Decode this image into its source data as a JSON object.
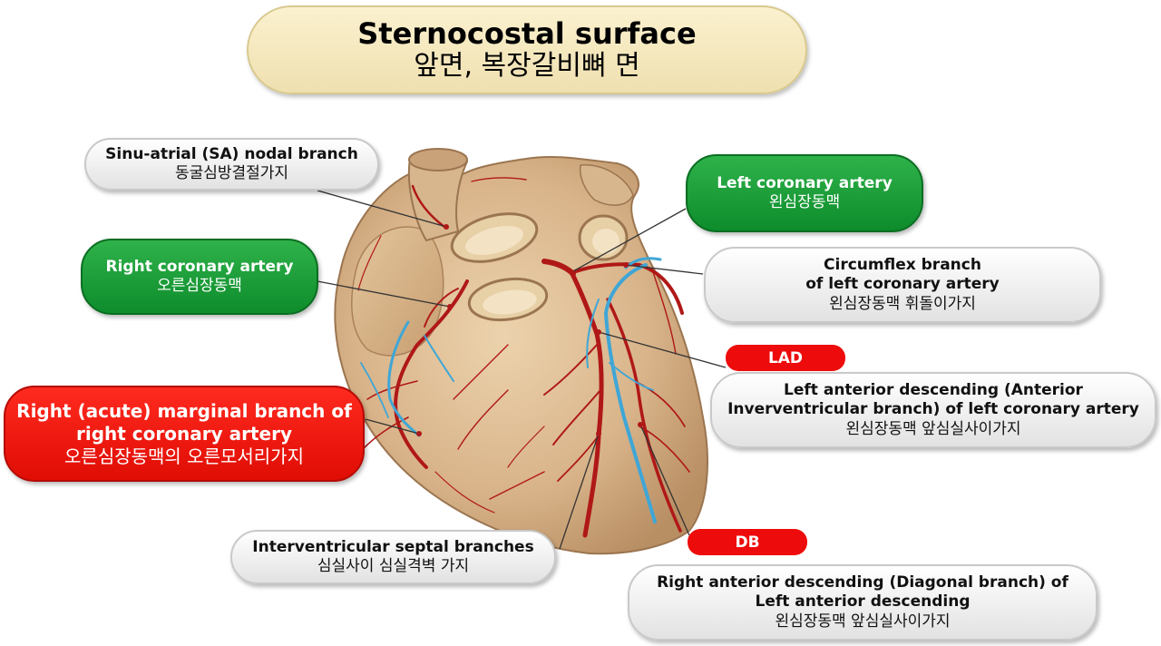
{
  "title": {
    "en": "Sternocostal surface",
    "ko": "앞면, 복장갈비뼈 면"
  },
  "labels": {
    "sa_nodal": {
      "en": "Sinu-atrial (SA) nodal branch",
      "ko": "동굴심방결절가지"
    },
    "left_coronary": {
      "en": "Left coronary artery",
      "ko": "왼심장동맥"
    },
    "right_coronary": {
      "en": "Right coronary artery",
      "ko": "오른심장동맥"
    },
    "circumflex": {
      "en1": "Circumflex branch",
      "en2": "of left coronary artery",
      "ko": "왼심장동맥 휘돌이가지"
    },
    "lad_tag": "LAD",
    "lad": {
      "en1": "Left anterior descending (Anterior",
      "en2": "Inverventricular branch) of left coronary artery",
      "ko": "왼심장동맥 앞심실사이가지"
    },
    "marginal": {
      "en1": "Right (acute) marginal branch of",
      "en2": "right coronary artery",
      "ko": "오른심장동맥의 오른모서리가지"
    },
    "septal": {
      "en": "Interventricular septal branches",
      "ko": "심실사이 심실격벽 가지"
    },
    "db_tag": "DB",
    "diagonal": {
      "en1": "Right anterior descending (Diagonal branch) of",
      "en2": "Left anterior descending",
      "ko": "왼심장동맥 앞심실사이가지"
    }
  },
  "colors": {
    "title_bg": "#f5e8bd",
    "green": "#1a9b38",
    "red": "#ee0b0b",
    "grey": "#eeeeee",
    "heart": "#d9b48a",
    "artery": "#b01818",
    "vein": "#3fa6d6"
  }
}
